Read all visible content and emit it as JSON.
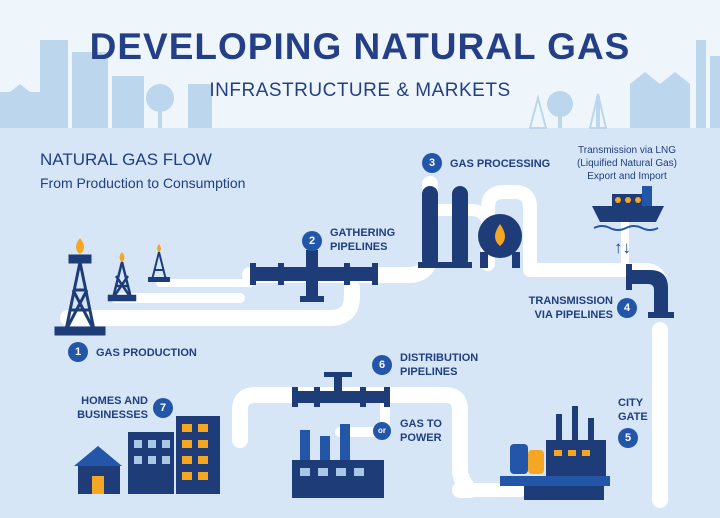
{
  "header": {
    "title": "DEVELOPING NATURAL GAS",
    "subtitle": "INFRASTRUCTURE & MARKETS"
  },
  "flow": {
    "heading": "NATURAL GAS FLOW",
    "subheading": "From Production to Consumption"
  },
  "steps": [
    {
      "num": "1",
      "line1": "GAS PRODUCTION",
      "line2": ""
    },
    {
      "num": "2",
      "line1": "GATHERING",
      "line2": "PIPELINES"
    },
    {
      "num": "3",
      "line1": "GAS PROCESSING",
      "line2": ""
    },
    {
      "num": "4",
      "line1": "TRANSMISSION",
      "line2": "VIA PIPELINES"
    },
    {
      "num": "5",
      "line1": "CITY",
      "line2": "GATE"
    },
    {
      "num": "6",
      "line1": "DISTRIBUTION",
      "line2": "PIPELINES"
    },
    {
      "num": "7",
      "line1": "HOMES AND",
      "line2": "BUSINESSES"
    }
  ],
  "or_power": {
    "or": "or",
    "line1": "GAS TO",
    "line2": "POWER"
  },
  "lng": {
    "line1": "Transmission via LNG",
    "line2": "(Liquified Natural Gas)",
    "line3": "Export and Import",
    "arrows": "↑↓"
  },
  "colors": {
    "background": "#d6e6f6",
    "sky": "#eef5fb",
    "pipe": "#ffffff",
    "navy": "#1e3c78",
    "accent": "#2356a8",
    "flame": "#f5a623",
    "light_blue": "#a9c8e6"
  }
}
